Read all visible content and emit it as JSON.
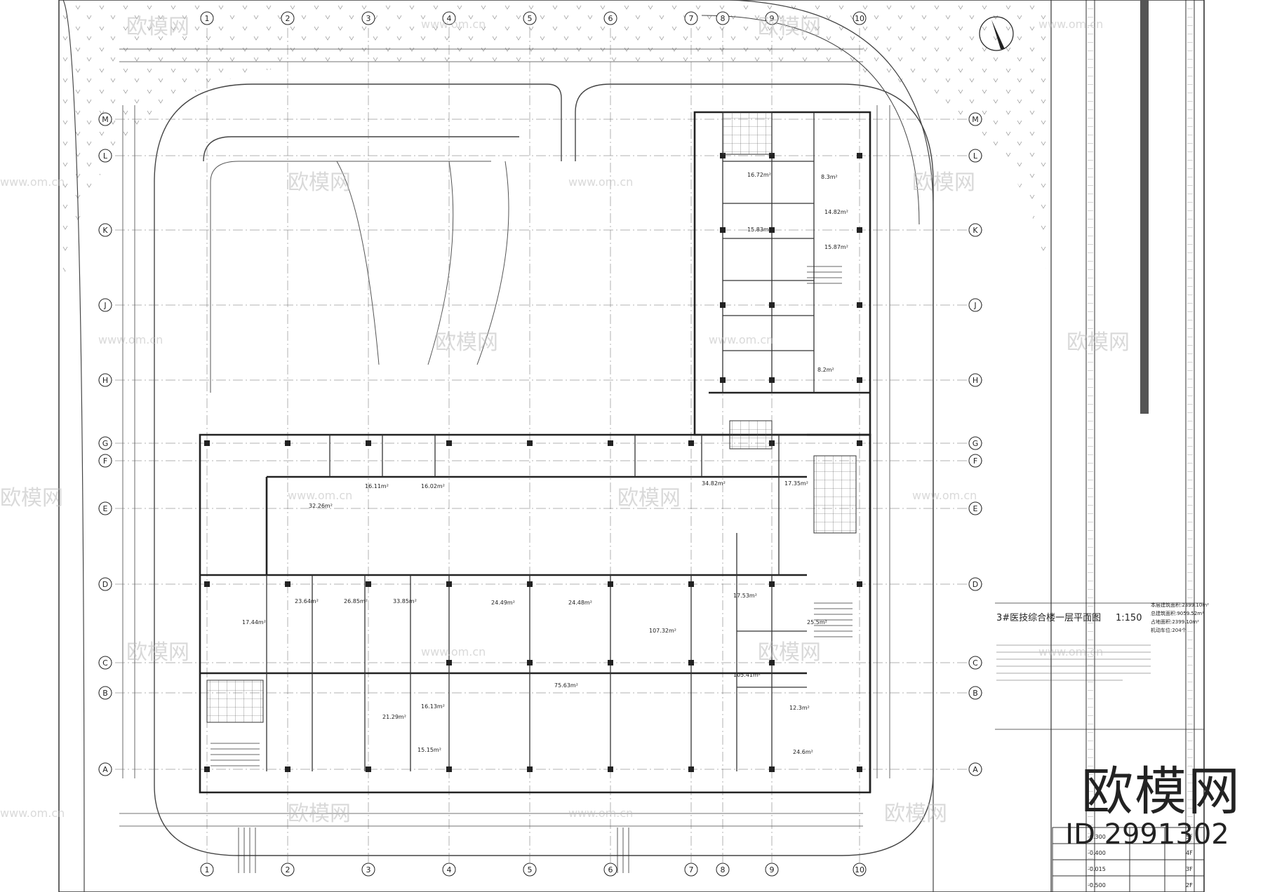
{
  "drawing": {
    "title": "3#医技综合楼一层平面图",
    "scale": "1:150",
    "area_lines": [
      "本层建筑面积:2399.10m²",
      "总建筑面积:9059.52m²",
      "占地面积:2399.10m²",
      "机动车位:204个"
    ],
    "accent_color": "#444444",
    "hatch_color": "#555555"
  },
  "grid": {
    "columns": [
      "1",
      "2",
      "3",
      "4",
      "5",
      "6",
      "7",
      "8",
      "9",
      "10"
    ],
    "rows": [
      "M",
      "L",
      "K",
      "J",
      "H",
      "G",
      "F",
      "E",
      "D",
      "C",
      "B",
      "A"
    ]
  },
  "rooms": [
    {
      "label": "17.35m²"
    },
    {
      "label": "34.82m²"
    },
    {
      "label": "32.26m²"
    },
    {
      "label": "16.11m²"
    },
    {
      "label": "16.02m²"
    },
    {
      "label": "23.64m²"
    },
    {
      "label": "26.85m²"
    },
    {
      "label": "33.85m²"
    },
    {
      "label": "24.49m²"
    },
    {
      "label": "24.48m²"
    },
    {
      "label": "107.32m²"
    },
    {
      "label": "105.41m²"
    },
    {
      "label": "75.63m²"
    },
    {
      "label": "16.13m²"
    },
    {
      "label": "21.29m²"
    },
    {
      "label": "15.15m²"
    },
    {
      "label": "24.6m²"
    },
    {
      "label": "12.3m²"
    },
    {
      "label": "25.5m²"
    },
    {
      "label": "17.53m²"
    },
    {
      "label": "16.72m²"
    },
    {
      "label": "15.83m²"
    },
    {
      "label": "14.82m²"
    },
    {
      "label": "15.87m²"
    },
    {
      "label": "8.2m²"
    },
    {
      "label": "8.3m²"
    },
    {
      "label": "17.44m²"
    }
  ],
  "legend_levels": [
    "5F",
    "4F",
    "3F",
    "2F"
  ],
  "legend_elev": [
    "-0.300",
    "-0.400",
    "-0.015",
    "-0.500"
  ],
  "watermark": {
    "brand": "欧模网",
    "site": "www.om.cn",
    "id": "ID 2991302"
  }
}
